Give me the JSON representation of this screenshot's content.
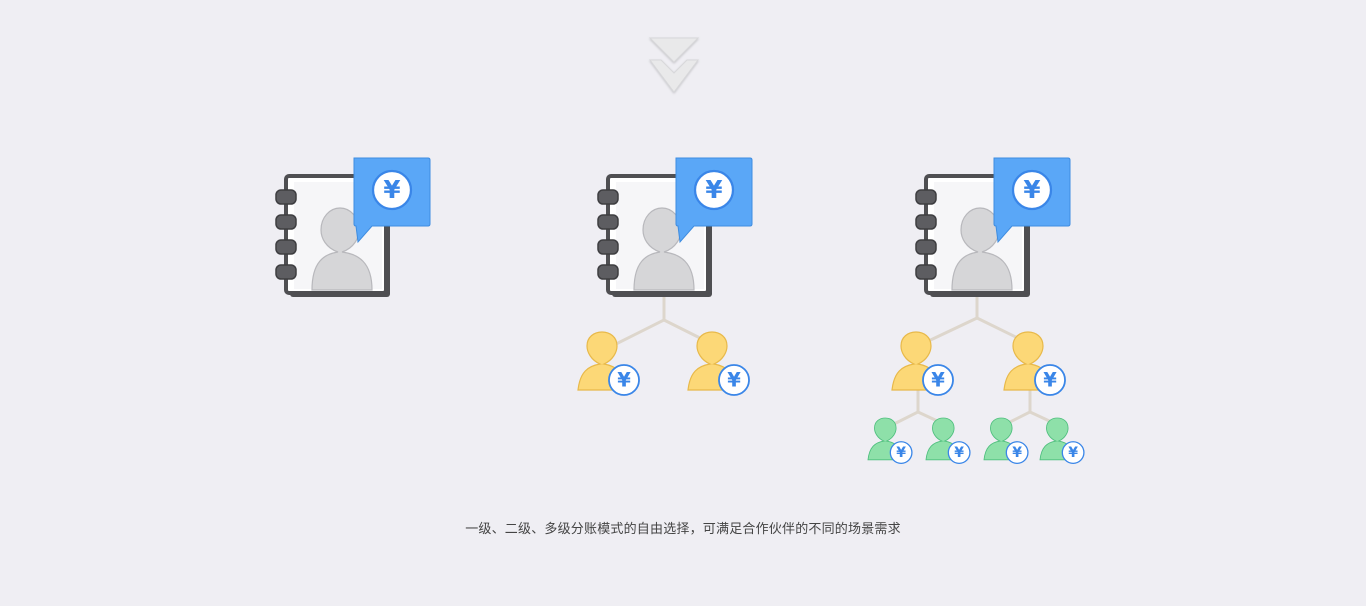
{
  "caption": "一级、二级、多级分账模式的自由选择，可满足合作伙伴的不同的场景需求",
  "colors": {
    "background": "#efeef3",
    "bubble": "#5aa7f7",
    "yen": "#3a86e8",
    "partner_level_1": "#fcd877",
    "partner_level_2": "#8ee0a9",
    "connector": "#ddd6cc",
    "book_frame": "#4f4f52",
    "person_gray": "#d6d6d8"
  },
  "icons": {
    "scroll_hint": "double-chevron-down-icon",
    "account_book": "contact-book-icon",
    "payment_bubble": "yen-bubble-icon",
    "partner": "person-yen-icon"
  },
  "symbol": "¥",
  "modes": [
    {
      "name": "single-level",
      "levels": 1
    },
    {
      "name": "two-level",
      "levels": 2
    },
    {
      "name": "multi-level",
      "levels": 3
    }
  ]
}
